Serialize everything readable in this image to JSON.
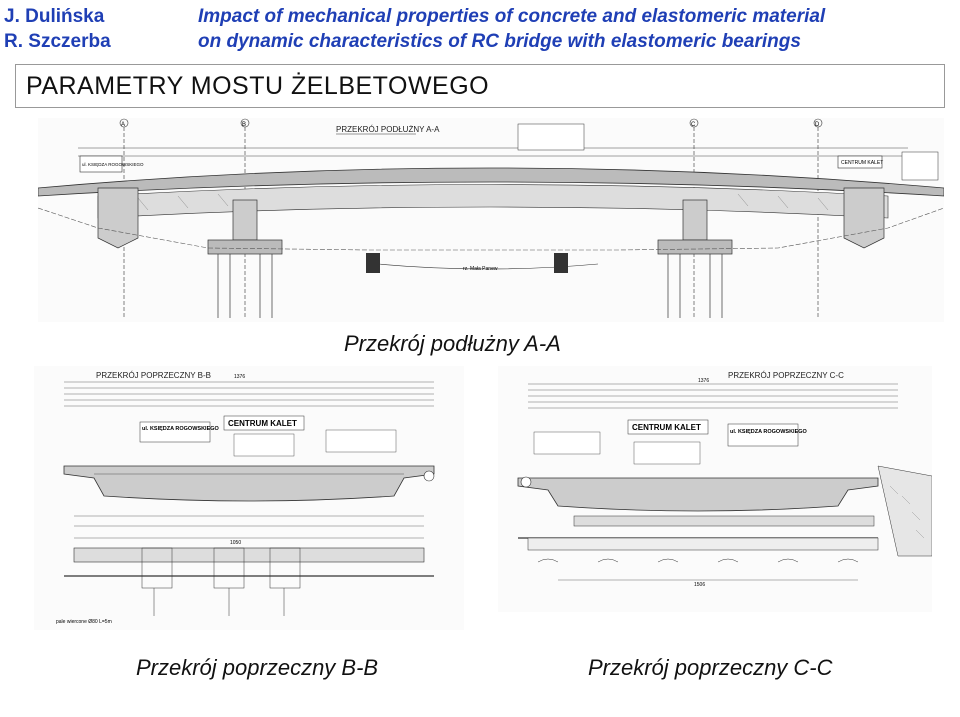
{
  "header": {
    "author1": "J. Dulińska",
    "author2": "R. Szczerba",
    "title_line1": "Impact of mechanical properties of concrete and elastomeric material",
    "title_line2": "on dynamic characteristics of RC bridge with elastomeric bearings"
  },
  "section_title": "PARAMETRY MOSTU ŻELBETOWEGO",
  "figures": {
    "longitudinal": {
      "caption": "Przekrój podłużny A-A",
      "drawing_title": "PRZEKRÓJ PODŁUŻNY A-A",
      "label_left_box": "ul. KSIĘDZA ROGOWSKIEGO",
      "label_right_box": "CENTRUM KALET",
      "axis_labels": [
        "A",
        "B",
        "C",
        "D"
      ],
      "river_label": "rz. Mała Panew"
    },
    "cross_bb": {
      "caption": "Przekrój poprzeczny B-B",
      "drawing_title": "PRZEKRÓJ POPRZECZNY B-B",
      "label_box1": "ul. KSIĘDZA ROGOWSKIEGO",
      "label_box2": "CENTRUM KALET",
      "dim_total": "1376",
      "dim_bottom": "1050",
      "note_piles": "pale wiercone Ø80 L=5m"
    },
    "cross_cc": {
      "caption": "Przekrój poprzeczny C-C",
      "drawing_title": "PRZEKRÓJ POPRZECZNY C-C",
      "label_box1": "CENTRUM KALET",
      "label_box2": "ul. KSIĘDZA ROGOWSKIEGO",
      "dim_total": "1376",
      "dim_bottom": "1506"
    }
  }
}
